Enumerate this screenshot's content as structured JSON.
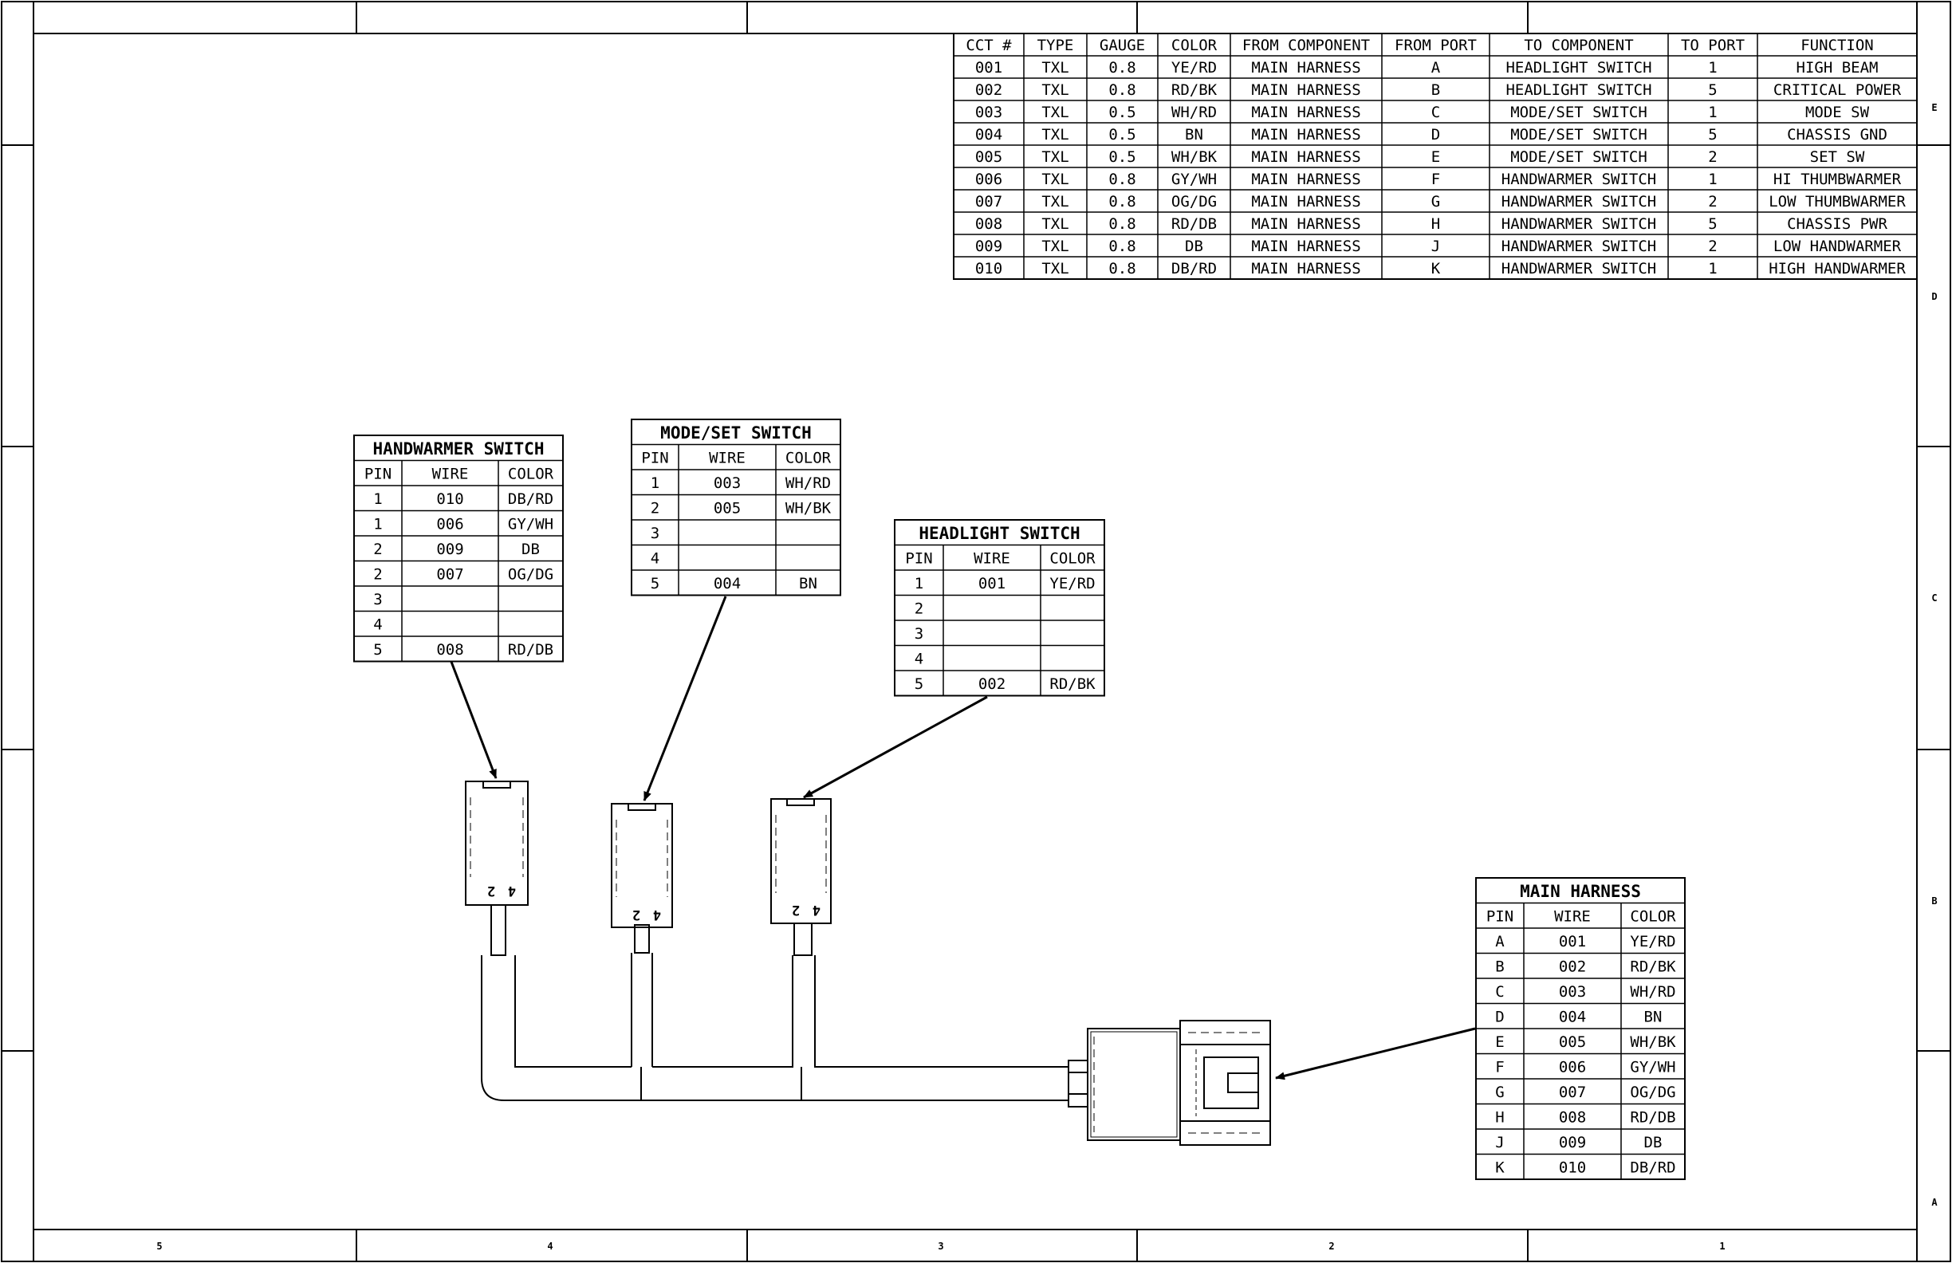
{
  "frame": {
    "bottom_zones": [
      "5",
      "4",
      "3",
      "2",
      "1"
    ],
    "side_zones": [
      "E",
      "D",
      "C",
      "B",
      "A"
    ]
  },
  "circuit_table": {
    "headers": [
      "CCT #",
      "TYPE",
      "GAUGE",
      "COLOR",
      "FROM COMPONENT",
      "FROM PORT",
      "TO COMPONENT",
      "TO PORT",
      "FUNCTION"
    ],
    "rows": [
      [
        "001",
        "TXL",
        "0.8",
        "YE/RD",
        "MAIN HARNESS",
        "A",
        "HEADLIGHT SWITCH",
        "1",
        "HIGH BEAM"
      ],
      [
        "002",
        "TXL",
        "0.8",
        "RD/BK",
        "MAIN HARNESS",
        "B",
        "HEADLIGHT SWITCH",
        "5",
        "CRITICAL POWER"
      ],
      [
        "003",
        "TXL",
        "0.5",
        "WH/RD",
        "MAIN HARNESS",
        "C",
        "MODE/SET SWITCH",
        "1",
        "MODE SW"
      ],
      [
        "004",
        "TXL",
        "0.5",
        "BN",
        "MAIN HARNESS",
        "D",
        "MODE/SET SWITCH",
        "5",
        "CHASSIS GND"
      ],
      [
        "005",
        "TXL",
        "0.5",
        "WH/BK",
        "MAIN HARNESS",
        "E",
        "MODE/SET SWITCH",
        "2",
        "SET SW"
      ],
      [
        "006",
        "TXL",
        "0.8",
        "GY/WH",
        "MAIN HARNESS",
        "F",
        "HANDWARMER SWITCH",
        "1",
        "HI THUMBWARMER"
      ],
      [
        "007",
        "TXL",
        "0.8",
        "OG/DG",
        "MAIN HARNESS",
        "G",
        "HANDWARMER SWITCH",
        "2",
        "LOW THUMBWARMER"
      ],
      [
        "008",
        "TXL",
        "0.8",
        "RD/DB",
        "MAIN HARNESS",
        "H",
        "HANDWARMER SWITCH",
        "5",
        "CHASSIS PWR"
      ],
      [
        "009",
        "TXL",
        "0.8",
        "DB",
        "MAIN HARNESS",
        "J",
        "HANDWARMER SWITCH",
        "2",
        "LOW HANDWARMER"
      ],
      [
        "010",
        "TXL",
        "0.8",
        "DB/RD",
        "MAIN HARNESS",
        "K",
        "HANDWARMER SWITCH",
        "1",
        "HIGH HANDWARMER"
      ]
    ]
  },
  "pin_tables": [
    {
      "id": "handwarmer",
      "title": "HANDWARMER SWITCH",
      "headers": [
        "PIN",
        "WIRE",
        "COLOR"
      ],
      "rows": [
        [
          "1",
          "010",
          "DB/RD"
        ],
        [
          "1",
          "006",
          "GY/WH"
        ],
        [
          "2",
          "009",
          "DB"
        ],
        [
          "2",
          "007",
          "OG/DG"
        ],
        [
          "3",
          "",
          ""
        ],
        [
          "4",
          "",
          ""
        ],
        [
          "5",
          "008",
          "RD/DB"
        ]
      ]
    },
    {
      "id": "modeset",
      "title": "MODE/SET SWITCH",
      "headers": [
        "PIN",
        "WIRE",
        "COLOR"
      ],
      "rows": [
        [
          "1",
          "003",
          "WH/RD"
        ],
        [
          "2",
          "005",
          "WH/BK"
        ],
        [
          "3",
          "",
          ""
        ],
        [
          "4",
          "",
          ""
        ],
        [
          "5",
          "004",
          "BN"
        ]
      ]
    },
    {
      "id": "headlight",
      "title": "HEADLIGHT SWITCH",
      "headers": [
        "PIN",
        "WIRE",
        "COLOR"
      ],
      "rows": [
        [
          "1",
          "001",
          "YE/RD"
        ],
        [
          "2",
          "",
          ""
        ],
        [
          "3",
          "",
          ""
        ],
        [
          "4",
          "",
          ""
        ],
        [
          "5",
          "002",
          "RD/BK"
        ]
      ]
    },
    {
      "id": "mainharness",
      "title": "MAIN HARNESS",
      "headers": [
        "PIN",
        "WIRE",
        "COLOR"
      ],
      "rows": [
        [
          "A",
          "001",
          "YE/RD"
        ],
        [
          "B",
          "002",
          "RD/BK"
        ],
        [
          "C",
          "003",
          "WH/RD"
        ],
        [
          "D",
          "004",
          "BN"
        ],
        [
          "E",
          "005",
          "WH/BK"
        ],
        [
          "F",
          "006",
          "GY/WH"
        ],
        [
          "G",
          "007",
          "OG/DG"
        ],
        [
          "H",
          "008",
          "RD/DB"
        ],
        [
          "J",
          "009",
          "DB"
        ],
        [
          "K",
          "010",
          "DB/RD"
        ]
      ]
    }
  ],
  "connector_pin_labels": [
    "4",
    "2"
  ]
}
